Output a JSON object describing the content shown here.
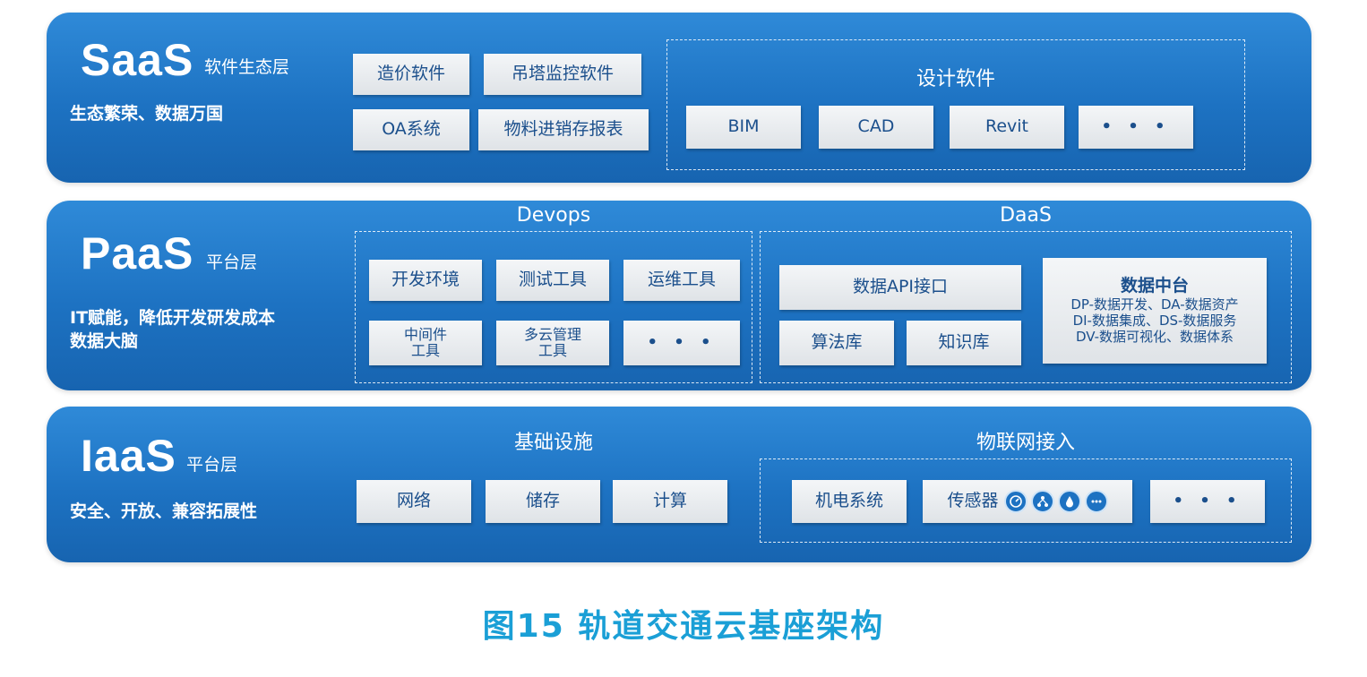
{
  "saas": {
    "title": "SaaS",
    "subtitle": "软件生态层",
    "desc": "生态繁荣、数据万国",
    "boxes": [
      "造价软件",
      "吊塔监控软件",
      "OA系统",
      "物料进销存报表"
    ],
    "design_group": {
      "title": "设计软件",
      "items": [
        "BIM",
        "CAD",
        "Revit",
        "• • •"
      ]
    }
  },
  "paas": {
    "title": "PaaS",
    "subtitle": "平台层",
    "desc_line1": "IT赋能，降低开发研发成本",
    "desc_line2": "数据大脑",
    "devops": {
      "title": "Devops",
      "items": [
        "开发环境",
        "测试工具",
        "运维工具"
      ],
      "middleware_line1": "中间件",
      "middleware_line2": "工具",
      "multicloud_line1": "多云管理",
      "multicloud_line2": "工具",
      "more": "• • •"
    },
    "daas": {
      "title": "DaaS",
      "api": "数据API接口",
      "algo": "算法库",
      "knowledge": "知识库",
      "middle_platform": {
        "title": "数据中台",
        "line1": "DP-数据开发、DA-数据资产",
        "line2": "DI-数据集成、DS-数据服务",
        "line3": "DV-数据可视化、数据体系"
      }
    }
  },
  "iaas": {
    "title": "IaaS",
    "subtitle": "平台层",
    "desc": "安全、开放、兼容拓展性",
    "infra": {
      "title": "基础设施",
      "items": [
        "网络",
        "储存",
        "计算"
      ]
    },
    "iot": {
      "title": "物联网接入",
      "mech": "机电系统",
      "sensor": "传感器",
      "sensor_icons": [
        "gauge-icon",
        "network-icon",
        "water-drop-icon",
        "more-icon"
      ],
      "more": "• • •"
    }
  },
  "caption": "图15 轨道交通云基座架构",
  "colors": {
    "layer_blue": "#1d72c2",
    "box_text": "#1b4f8c",
    "caption": "#1a9fd6"
  }
}
